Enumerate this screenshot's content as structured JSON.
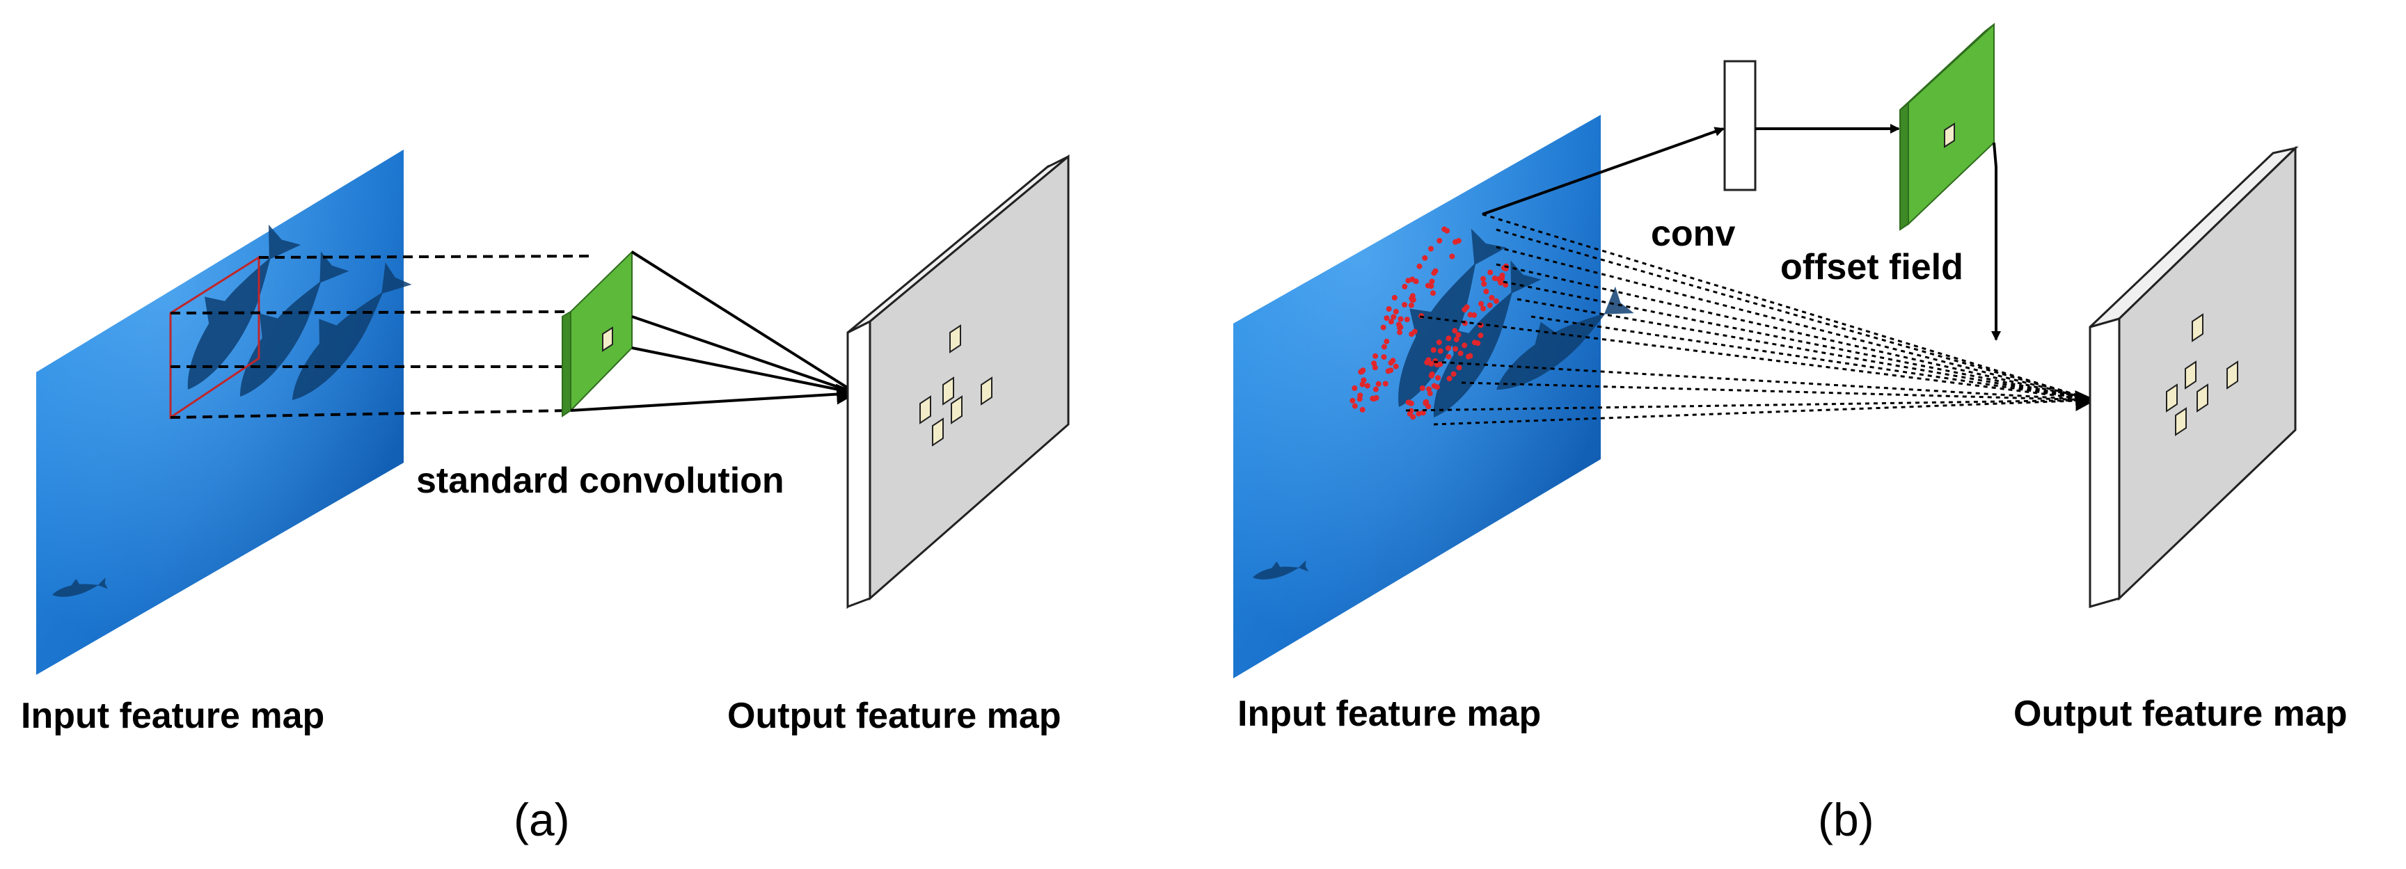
{
  "panel_a": {
    "caption": "(a)",
    "input_label": "Input feature map",
    "operation_label": "standard convolution",
    "output_label": "Output feature map"
  },
  "panel_b": {
    "caption": "(b)",
    "input_label": "Input feature map",
    "conv_label": "conv",
    "offset_label": "offset field",
    "output_label": "Output feature map"
  },
  "colors": {
    "water_light": "#2a8ee6",
    "water_dark": "#0b4fa0",
    "kernel_green": "#5db93a",
    "kernel_green_dark": "#3d8a26",
    "output_face": "#d4d4d4",
    "cell_fill": "#f3ecc8",
    "sample_red": "#e0262b",
    "receptive_field": "#c0262b"
  }
}
